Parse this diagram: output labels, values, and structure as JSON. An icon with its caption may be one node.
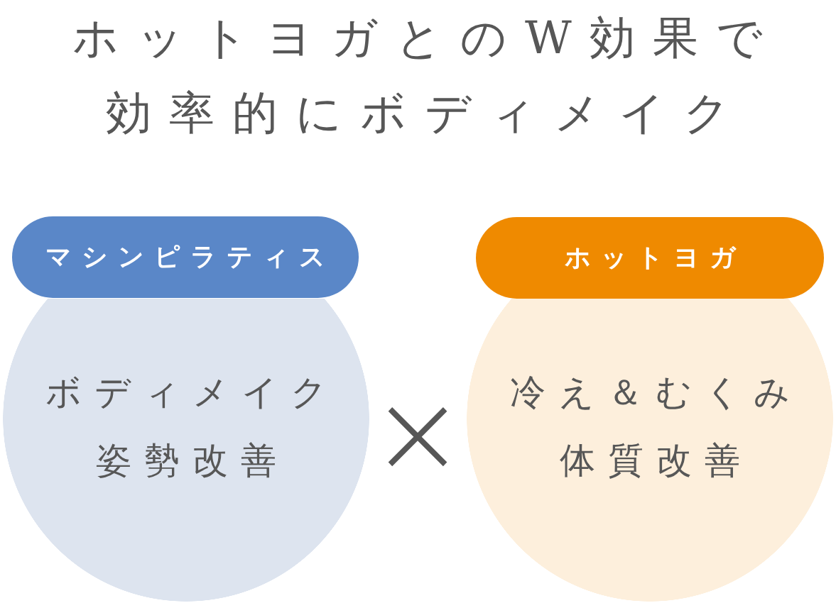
{
  "diagram": {
    "title": "ホットヨガとのW効果で効率的にボディメイク",
    "nodes": [
      {
        "text": [
          "マシンピラティス"
        ]
      },
      {
        "text": [
          "ボディメイク",
          "姿勢改善"
        ]
      },
      {
        "text": [
          "ホットヨガ"
        ]
      },
      {
        "text": [
          "冷え＆むくみ",
          "体質改善"
        ]
      }
    ],
    "labels": [
      "×"
    ]
  }
}
